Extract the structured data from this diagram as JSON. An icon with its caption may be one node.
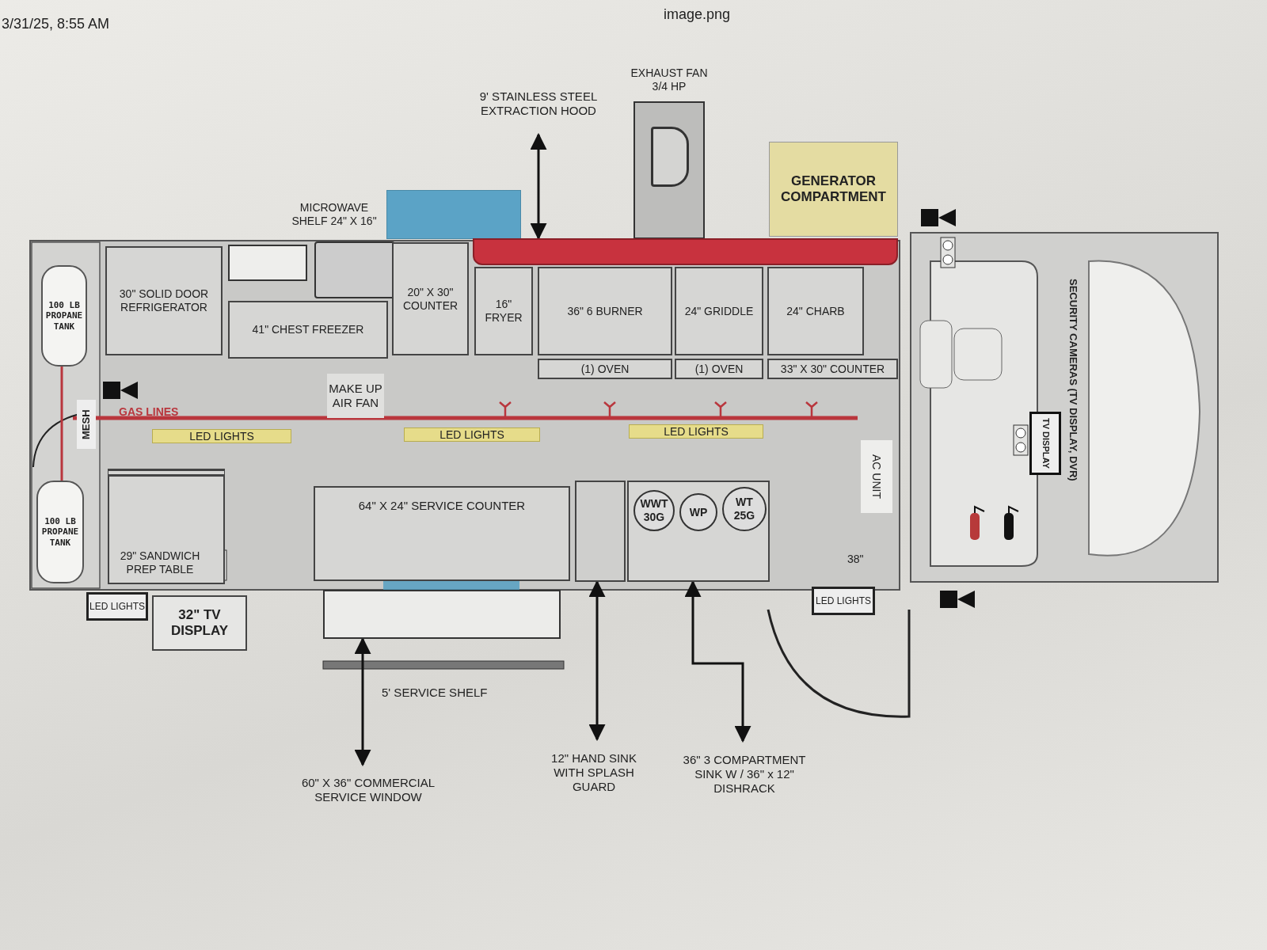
{
  "diagram": {
    "nodes": [
      {
        "text": [
          "9' STAINLESS STEEL EXTRACTION HOOD"
        ]
      },
      {
        "text": [
          "EXHAUST FAN 3/4 HP"
        ]
      },
      {
        "text": [
          "MICROWAVE SHELF 24\" X 16\""
        ]
      },
      {
        "text": [
          "GENERATOR COMPARTMENT"
        ]
      },
      {
        "text": [
          "100 LB PROPANE TANK"
        ]
      },
      {
        "text": [
          "30\" SOLID DOOR REFRIGERATOR"
        ]
      },
      {
        "text": [],
        "shape": "box"
      },
      {
        "text": [
          "41\" CHEST FREEZER"
        ]
      },
      {
        "text": [
          "20\" X 30\" COUNTER"
        ]
      },
      {
        "text": [
          "16\" FRYER"
        ]
      },
      {
        "text": [
          "36\" 6 BURNER"
        ]
      },
      {
        "text": [
          "24\" GRIDDLE"
        ]
      },
      {
        "text": [
          "24\" CHARB"
        ]
      },
      {
        "text": [
          "(1) OVEN"
        ]
      },
      {
        "text": [
          "(1) OVEN"
        ]
      },
      {
        "text": [
          "33\" X 30\" COUNTER"
        ]
      },
      {
        "text": [],
        "shape": "bar"
      },
      {
        "text": [
          "MAKE UP AIR FAN"
        ]
      },
      {
        "text": [
          "MESH"
        ]
      },
      {
        "text": [
          "LED LIGHTS"
        ]
      },
      {
        "text": [
          "LED LIGHTS"
        ]
      },
      {
        "text": [
          "LED LIGHTS"
        ]
      },
      {
        "text": [
          "AC UNIT"
        ]
      },
      {
        "text": [
          "100 LB PROPANE TANK"
        ]
      },
      {
        "text": [
          "29\" SANDWICH PREP TABLE"
        ]
      },
      {
        "text": [
          "64\" X 24\" SERVICE COUNTER"
        ]
      },
      {
        "text": [],
        "shape": "box"
      },
      {
        "text": [],
        "shape": "box"
      },
      {
        "text": [
          "WWT 30G"
        ],
        "in": 27
      },
      {
        "text": [
          "WP"
        ],
        "in": 27
      },
      {
        "text": [
          "WT 25G"
        ],
        "in": 27
      },
      {
        "text": [
          "TV DISPLAY"
        ]
      },
      {
        "text": [
          "LED LIGHTS"
        ]
      },
      {
        "text": [
          "32\" TV DISPLAY"
        ]
      },
      {
        "text": [],
        "shape": "box"
      },
      {
        "text": [
          "LED LIGHTS"
        ]
      },
      {
        "text": [
          "60\" X 36\" COMMERCIAL SERVICE WINDOW"
        ]
      },
      {
        "text": [
          "12\" HAND SINK WITH SPLASH GUARD"
        ]
      },
      {
        "text": [
          "36\" 3 COMPARTMENT SINK W / 36\" x 12\" DISHRACK"
        ]
      }
    ],
    "edges": [
      {
        "from": 0,
        "to": 16,
        "arrow": "both"
      },
      {
        "from": 36,
        "to": 34,
        "arrow": "both"
      },
      {
        "from": 37,
        "to": 26,
        "arrow": "both"
      },
      {
        "from": 38,
        "to": 27,
        "arrow": "both"
      },
      {
        "from": 4,
        "to": 23,
        "arrow": "none",
        "color": "#b9363d"
      }
    ],
    "labels": [
      "3/31/25, 8:55 AM",
      "image.png",
      "GAS LINES",
      "SECURITY CAMERAS (TV DISPLAY, DVR)",
      "38\"",
      "5' SERVICE SHELF"
    ]
  }
}
